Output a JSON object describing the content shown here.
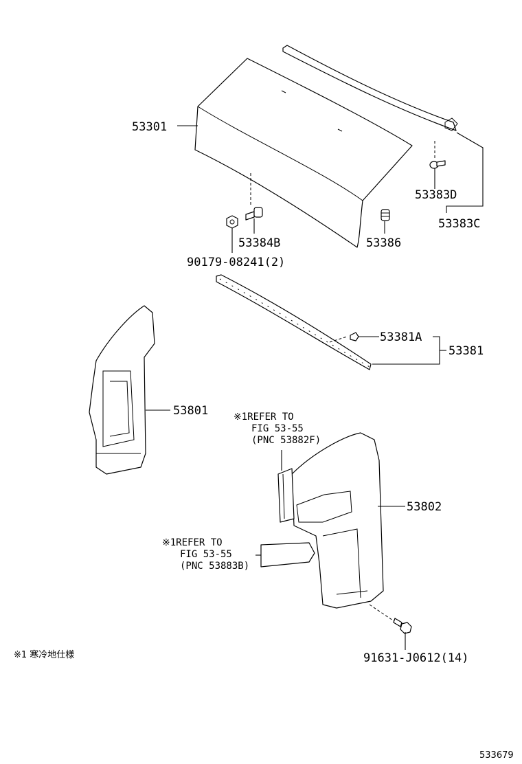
{
  "labels": {
    "p53301": "53301",
    "p53383D": "53383D",
    "p53383C": "53383C",
    "p53384B": "53384B",
    "p53386": "53386",
    "p90179": "90179-08241(2)",
    "p53381A": "53381A",
    "p53381": "53381",
    "p53801": "53801",
    "p53802": "53802",
    "p91631": "91631-J0612(14)"
  },
  "notes": {
    "refer1": {
      "line1": "※1REFER TO",
      "line2": "FIG 53-55",
      "line3": "(PNC 53882F)"
    },
    "refer2": {
      "line1": "※1REFER TO",
      "line2": "FIG 53-55",
      "line3": "(PNC 53883B)"
    }
  },
  "footnote": "※1 寒冷地仕様",
  "figure_id": "533679"
}
